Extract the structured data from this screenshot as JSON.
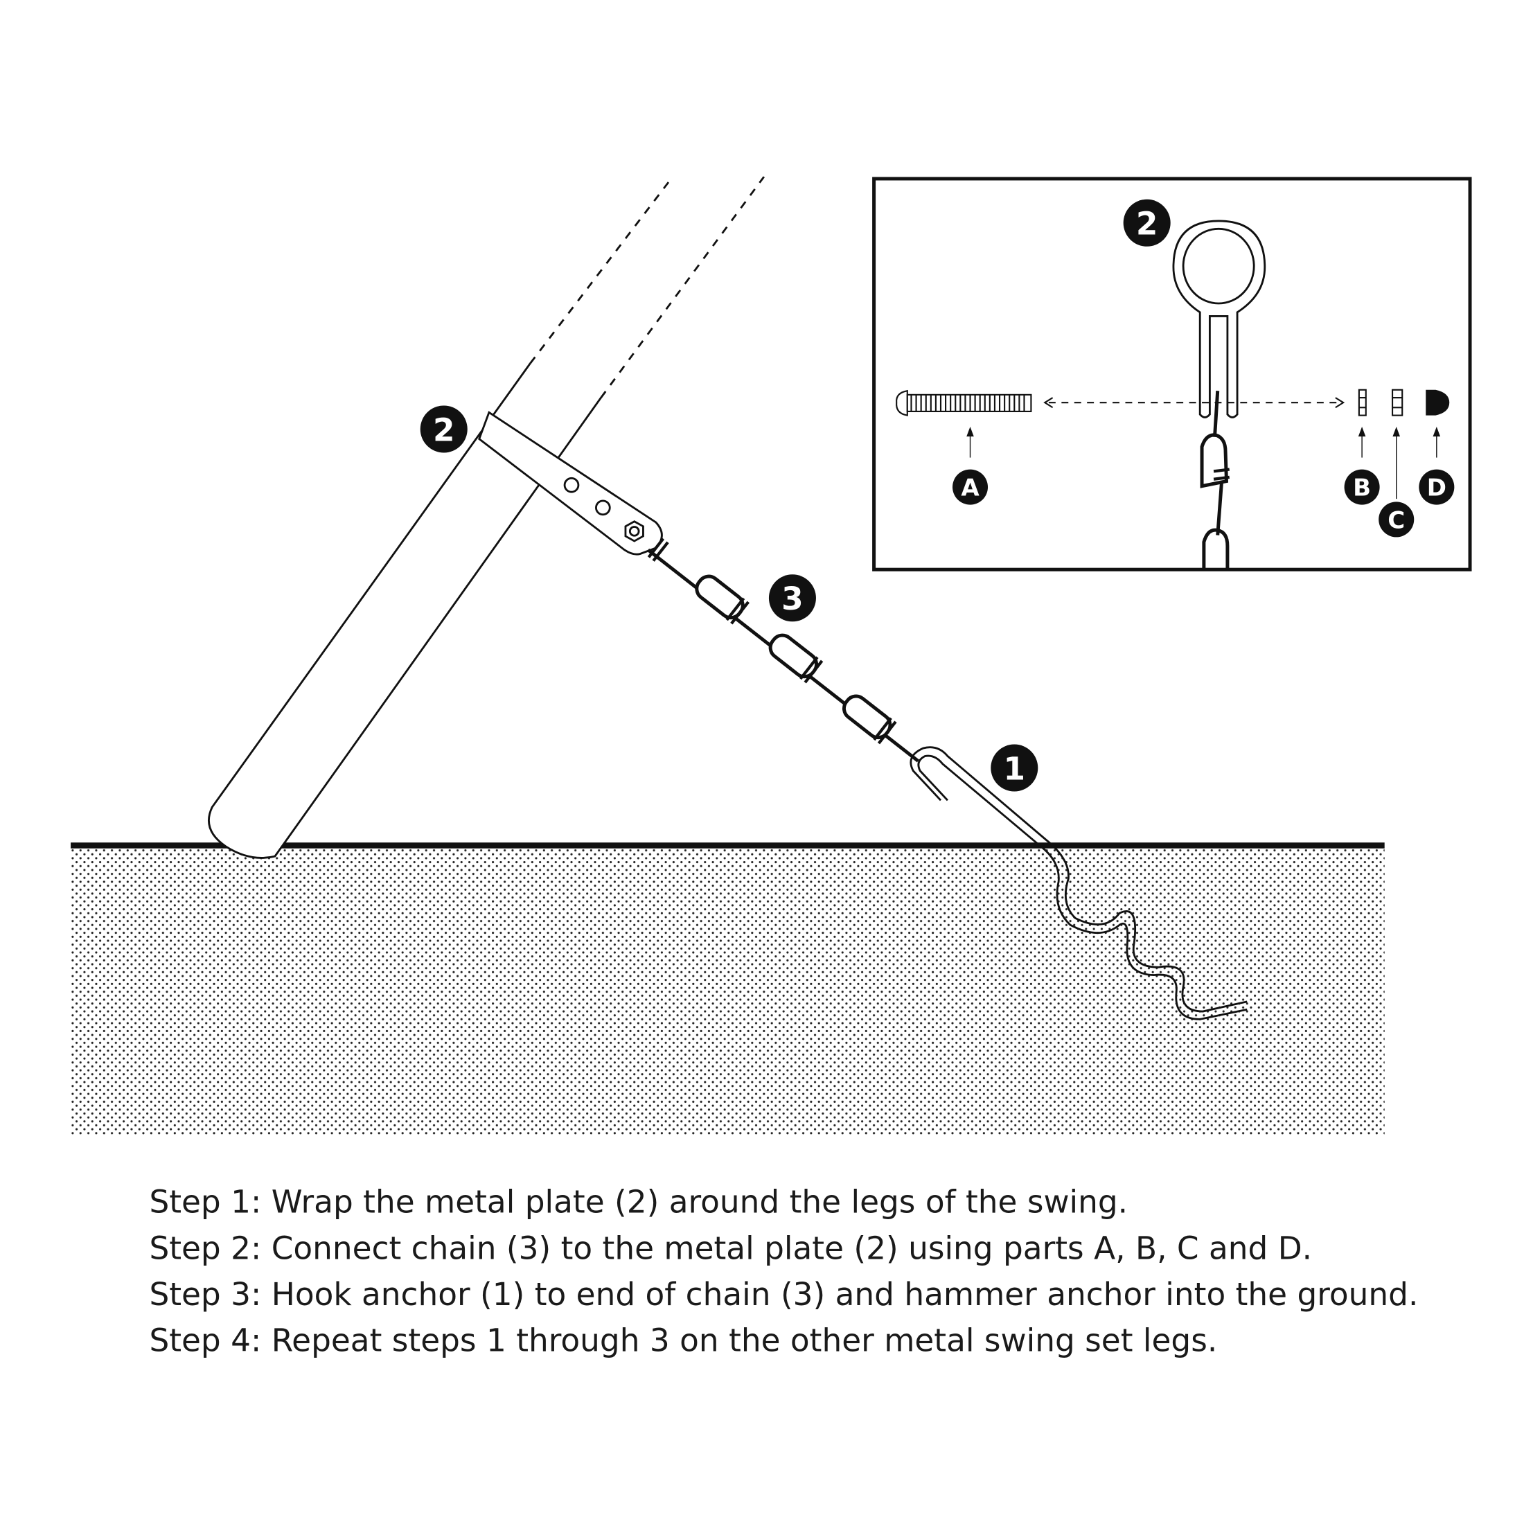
{
  "diagram": {
    "callouts": {
      "anchor": "1",
      "plate": "2",
      "chain": "3",
      "inset_plate": "2"
    },
    "parts": {
      "a": "A",
      "b": "B",
      "c": "C",
      "d": "D"
    },
    "colors": {
      "ink": "#111111",
      "background": "#ffffff"
    }
  },
  "instructions": [
    "Step 1: Wrap the metal plate (2) around the legs of the swing.",
    "Step 2: Connect chain (3) to the metal plate (2) using parts A, B, C and D.",
    "Step 3: Hook anchor (1) to end of chain (3) and hammer anchor into the ground.",
    "Step 4: Repeat steps 1 through 3 on the other metal swing set legs."
  ]
}
